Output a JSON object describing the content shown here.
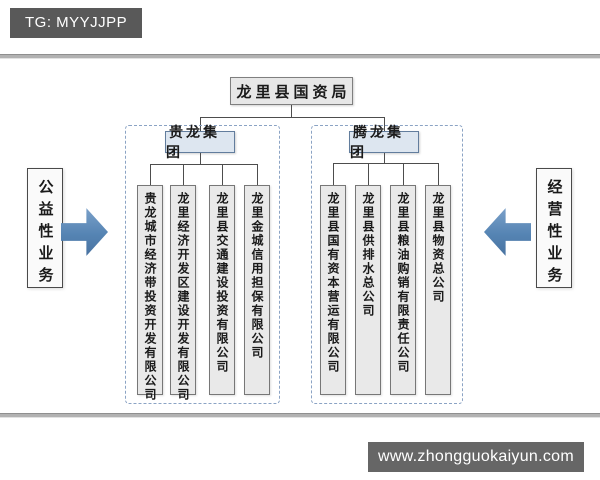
{
  "badge": {
    "text": "TG: MYYJJPP"
  },
  "footer": {
    "url": "www.zhongguokaiyun.com"
  },
  "org": {
    "root": "龙里县国资局",
    "groups": [
      {
        "name": "贵龙集团",
        "companies": [
          "贵龙城市经济带投资开发有限公司",
          "龙里经济开发区建设开发有限公司",
          "龙里县交通建设投资有限公司",
          "龙里金城信用担保有限公司"
        ]
      },
      {
        "name": "腾龙集团",
        "companies": [
          "龙里县国有资本营运有限公司",
          "龙里县供排水总公司",
          "龙里县粮油购销有限责任公司",
          "龙里县物资总公司"
        ]
      }
    ]
  },
  "side_labels": {
    "left": "公益性业务",
    "right": "经营性业务"
  },
  "colors": {
    "arrow_blue": "#5584b3",
    "group_fill": "#dde6f0",
    "box_fill": "#e9e9e9",
    "bar_gray": "#666666",
    "badge_gray": "#595959",
    "dashed_border": "#8ba3c4"
  }
}
